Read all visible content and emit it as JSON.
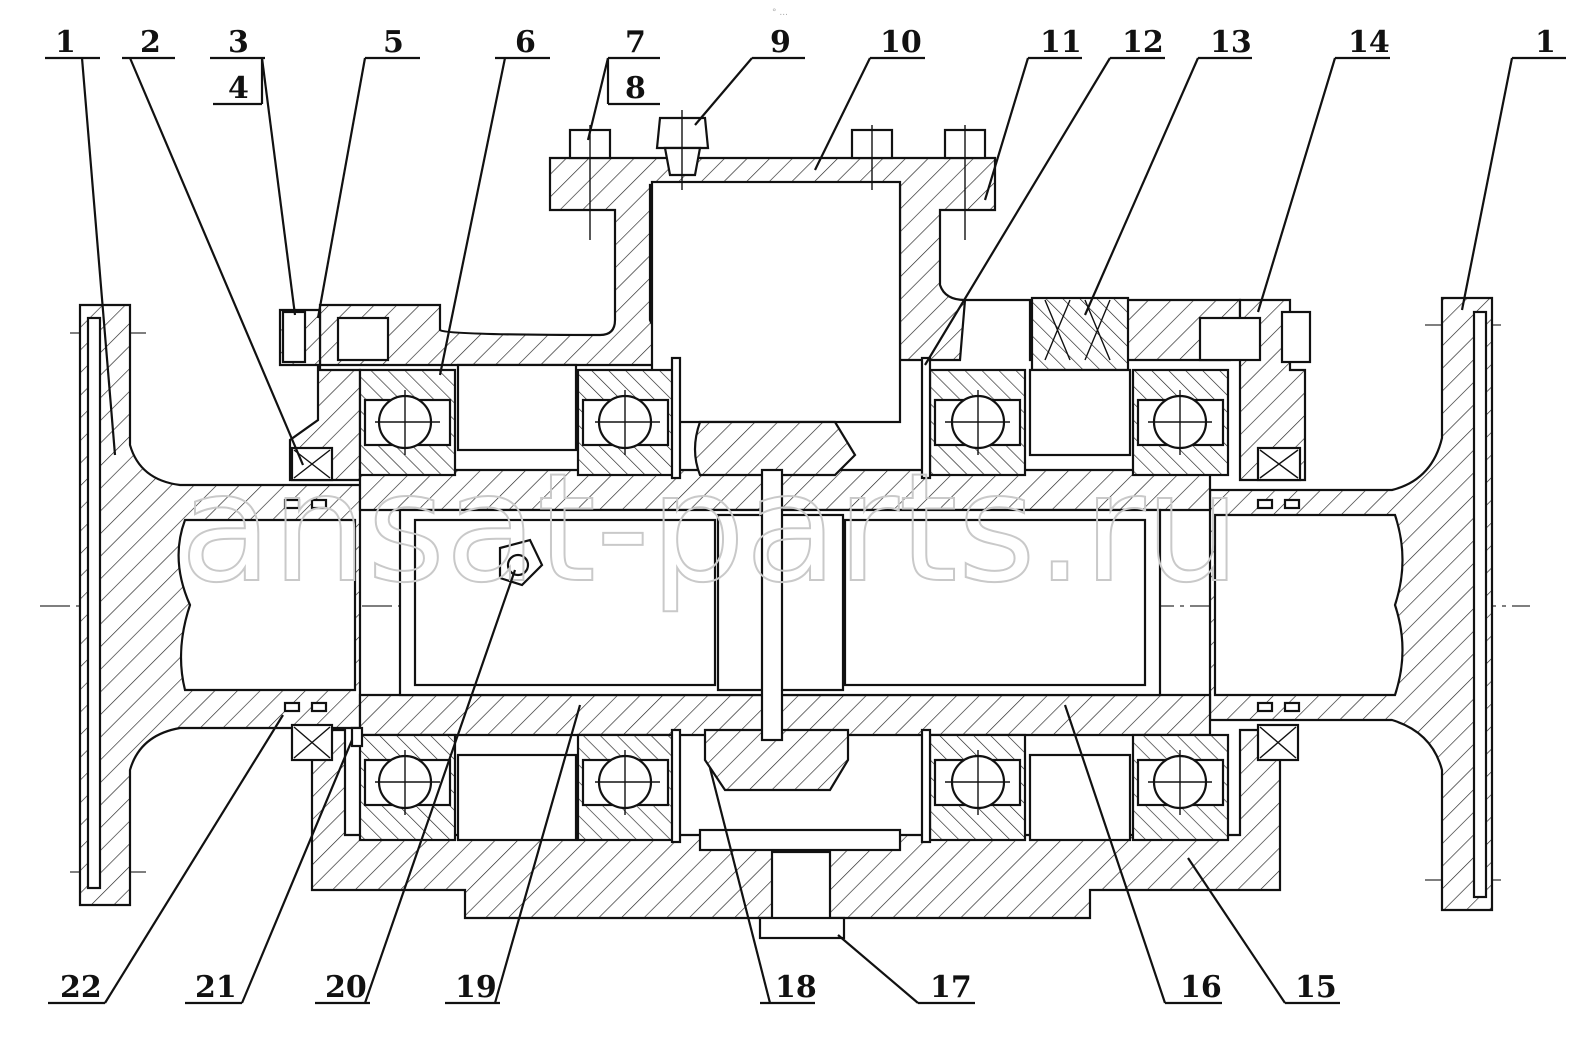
{
  "watermark": "ansat-parts.ru",
  "top_mark": "° ...",
  "colors": {
    "ink": "#111111",
    "watermark": "#c9c9c9",
    "paper": "#ffffff"
  },
  "callouts_top": [
    {
      "id": "c1l",
      "label": "1"
    },
    {
      "id": "c2",
      "label": "2"
    },
    {
      "id": "c3",
      "label": "3"
    },
    {
      "id": "c4",
      "label": "4"
    },
    {
      "id": "c5",
      "label": "5"
    },
    {
      "id": "c6",
      "label": "6"
    },
    {
      "id": "c7",
      "label": "7"
    },
    {
      "id": "c8",
      "label": "8"
    },
    {
      "id": "c9",
      "label": "9"
    },
    {
      "id": "c10",
      "label": "10"
    },
    {
      "id": "c11",
      "label": "11"
    },
    {
      "id": "c12",
      "label": "12"
    },
    {
      "id": "c13",
      "label": "13"
    },
    {
      "id": "c14",
      "label": "14"
    },
    {
      "id": "c1r",
      "label": "1"
    }
  ],
  "callouts_bottom": [
    {
      "id": "c22",
      "label": "22"
    },
    {
      "id": "c21",
      "label": "21"
    },
    {
      "id": "c20",
      "label": "20"
    },
    {
      "id": "c19",
      "label": "19"
    },
    {
      "id": "c18",
      "label": "18"
    },
    {
      "id": "c17",
      "label": "17"
    },
    {
      "id": "c16",
      "label": "16"
    },
    {
      "id": "c15",
      "label": "15"
    }
  ]
}
